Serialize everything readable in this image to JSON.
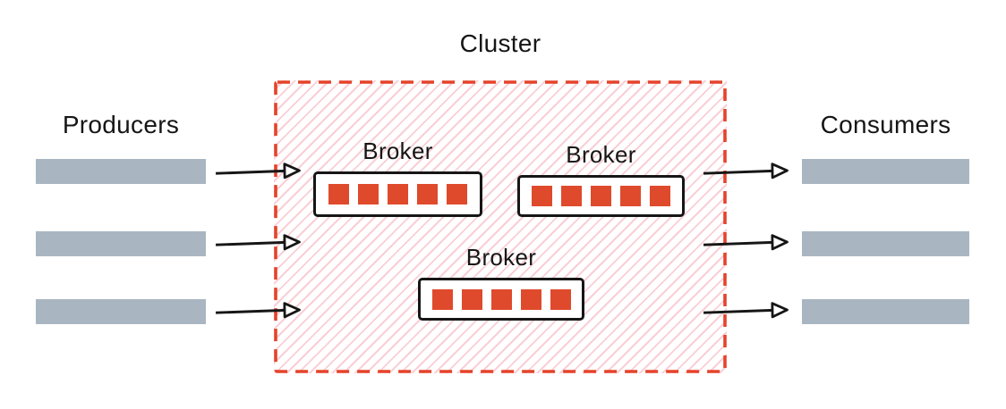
{
  "diagram": {
    "title": "Cluster",
    "producers": {
      "label": "Producers",
      "count": 3
    },
    "consumers": {
      "label": "Consumers",
      "count": 3
    },
    "brokers": [
      {
        "label": "Broker",
        "partitions": 5
      },
      {
        "label": "Broker",
        "partitions": 5
      },
      {
        "label": "Broker",
        "partitions": 5
      }
    ],
    "flows": {
      "producer_to_cluster_arrows": 3,
      "cluster_to_consumer_arrows": 3
    }
  },
  "colors": {
    "cluster_border_red": "#e5432a",
    "partition_red": "#df4a2c",
    "hatch_pink": "#f9cfd6",
    "endpoint_bar_gray": "#a9b6c2",
    "text_ink": "#161616"
  }
}
